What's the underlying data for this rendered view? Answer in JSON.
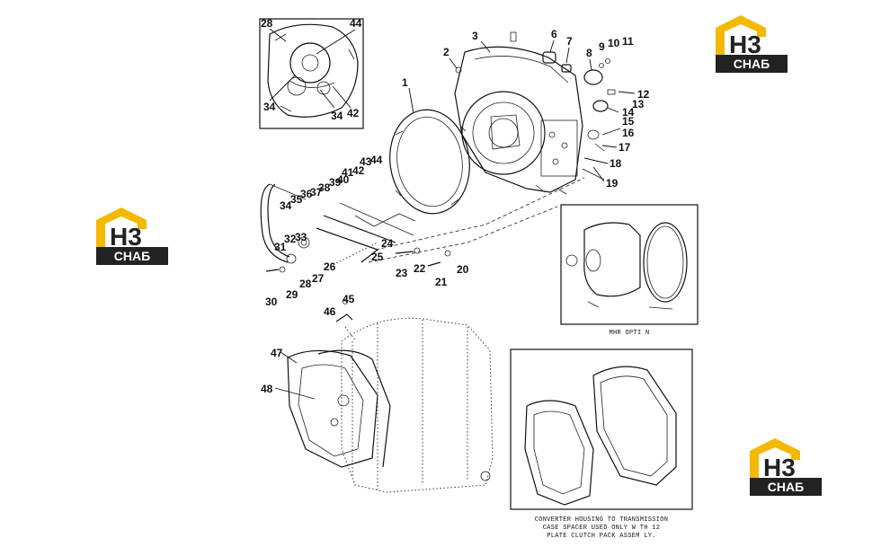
{
  "brand": {
    "logo_letters": "H3",
    "logo_word": "СНАБ",
    "colors": {
      "yellow": "#f5b800",
      "dark": "#222222"
    }
  },
  "callouts": [
    "1",
    "2",
    "3",
    "6",
    "7",
    "8",
    "9",
    "10",
    "11",
    "12",
    "13",
    "14",
    "15",
    "16",
    "17",
    "18",
    "19",
    "20",
    "21",
    "22",
    "23",
    "24",
    "25",
    "26",
    "27",
    "28",
    "29",
    "30",
    "31",
    "32",
    "33",
    "34",
    "35",
    "36",
    "37",
    "38",
    "39",
    "40",
    "41",
    "42",
    "43",
    "44",
    "45",
    "46",
    "47",
    "48"
  ],
  "inset_top_callouts": [
    "28",
    "44",
    "34",
    "34",
    "42"
  ],
  "options": {
    "mhr_caption": "MHR OPTI N",
    "spacer_caption_lines": [
      "CONVERTER HOUSING TO TRANSMISSION",
      "CASE SPACER USED ONLY W TH 12",
      "PLATE CLUTCH PACK ASSEM LY."
    ]
  }
}
